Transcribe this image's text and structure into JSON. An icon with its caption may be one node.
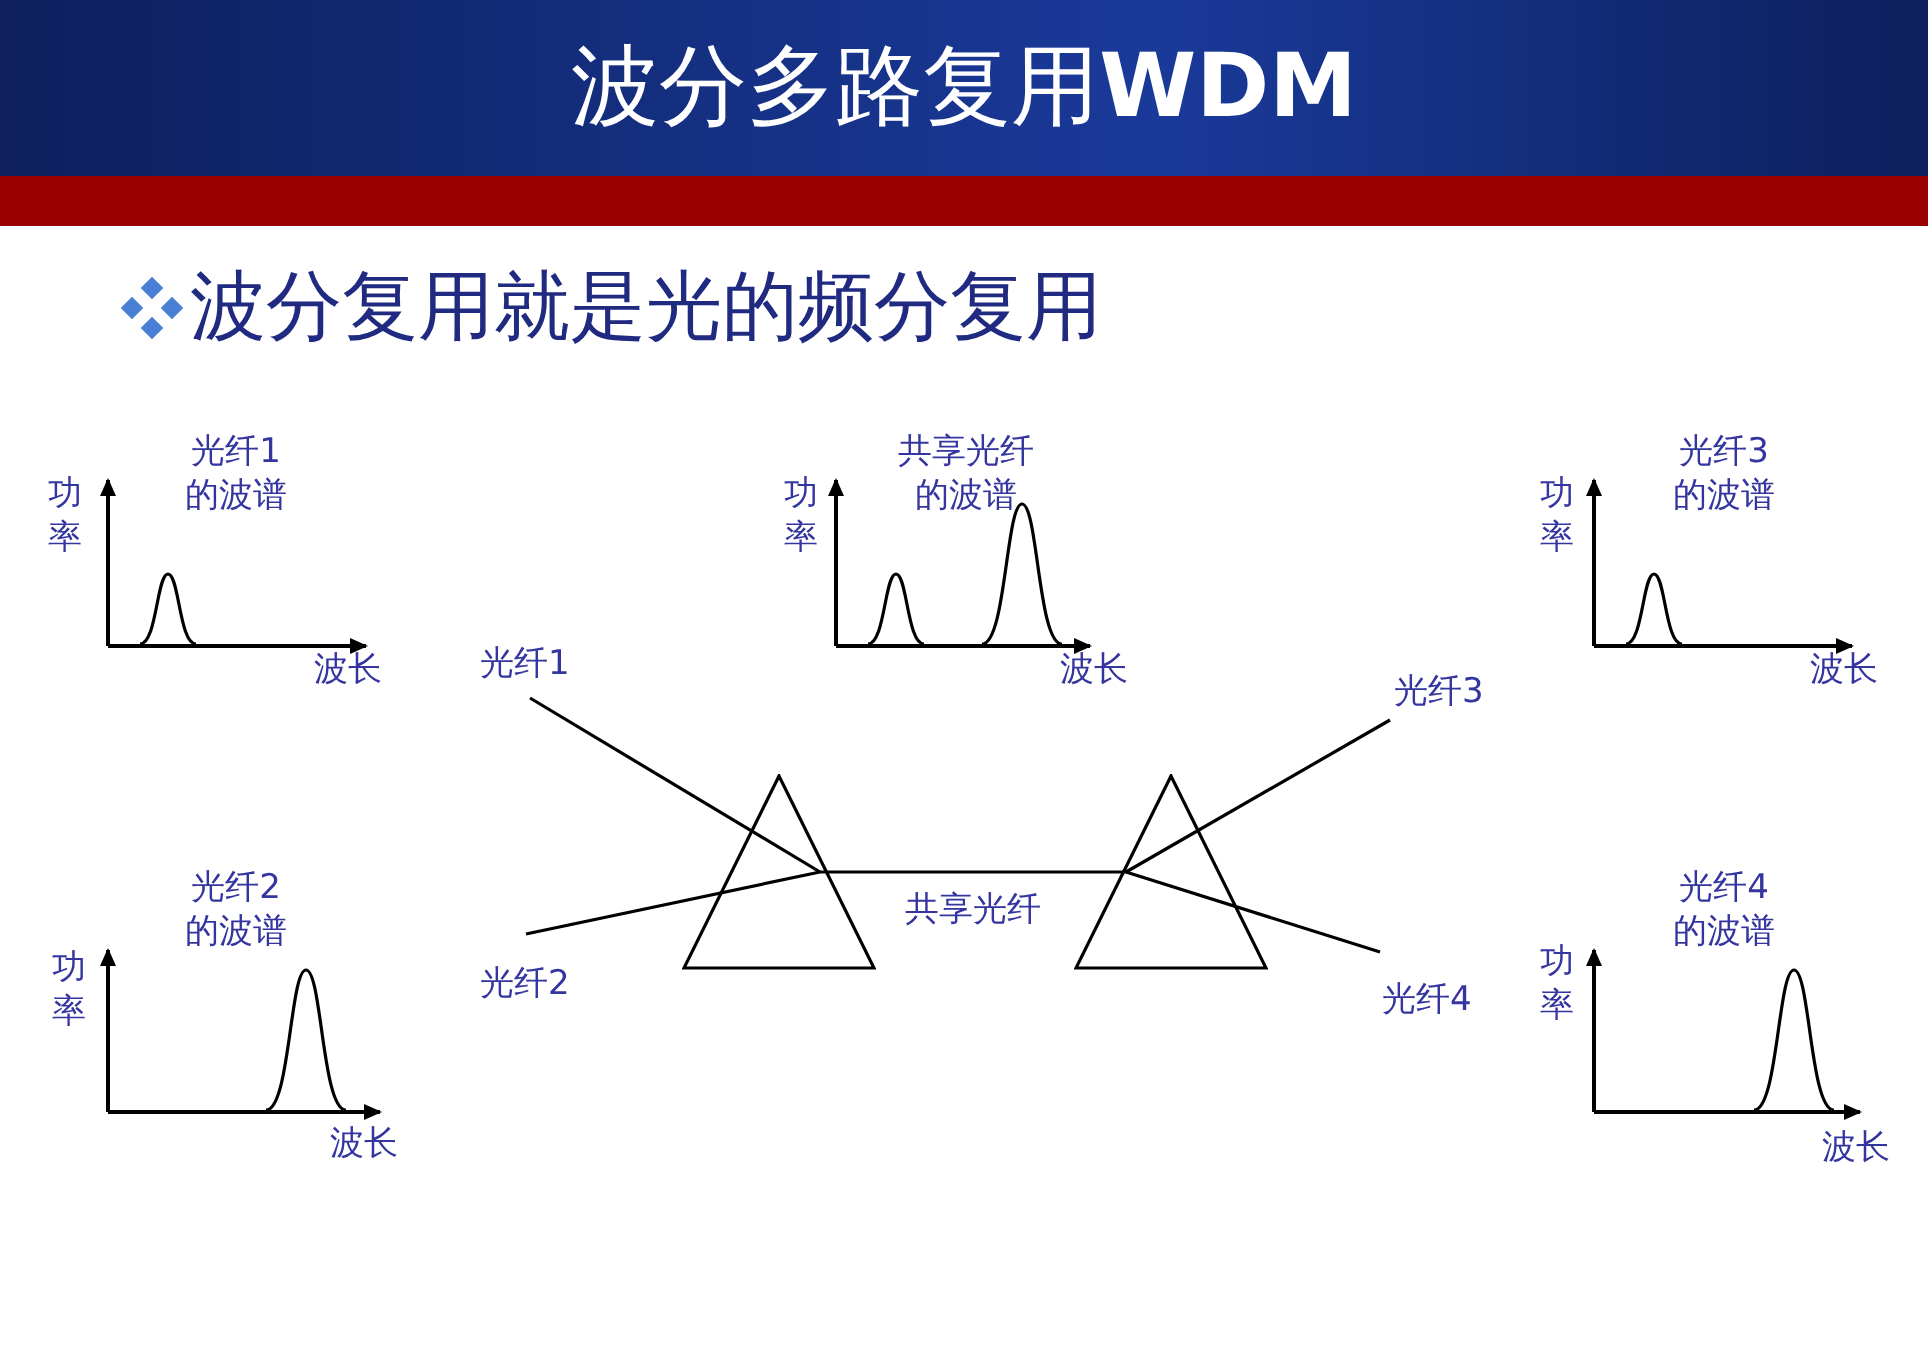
{
  "diagram": {
    "title": "波分多路复用**WDM**",
    "nodes": [
      {
        "text": [
          "光纤1"
        ]
      },
      {
        "text": [
          "光纤2"
        ]
      },
      {
        "text": [],
        "shape": "triangle"
      },
      {
        "text": [],
        "shape": "triangle"
      },
      {
        "text": [
          "光纤3"
        ]
      },
      {
        "text": [
          "光纤4"
        ]
      }
    ],
    "edges": [
      {
        "from": 0,
        "to": 2,
        "arrow": "none"
      },
      {
        "from": 1,
        "to": 2,
        "arrow": "none"
      },
      {
        "from": 2,
        "to": 3,
        "arrow": "none",
        "label": "共享光纤"
      },
      {
        "from": 3,
        "to": 4,
        "arrow": "none"
      },
      {
        "from": 3,
        "to": 5,
        "arrow": "none"
      }
    ],
    "labels": [
      "波分复用就是光的频分复用",
      "光纤1的波谱",
      "共享光纤的波谱",
      "光纤3的波谱",
      "功率",
      "功率",
      "功率",
      "波长",
      "波长",
      "波长",
      "光纤2的波谱",
      "光纤4的波谱",
      "功率",
      "功率",
      "波长",
      "波长"
    ]
  }
}
